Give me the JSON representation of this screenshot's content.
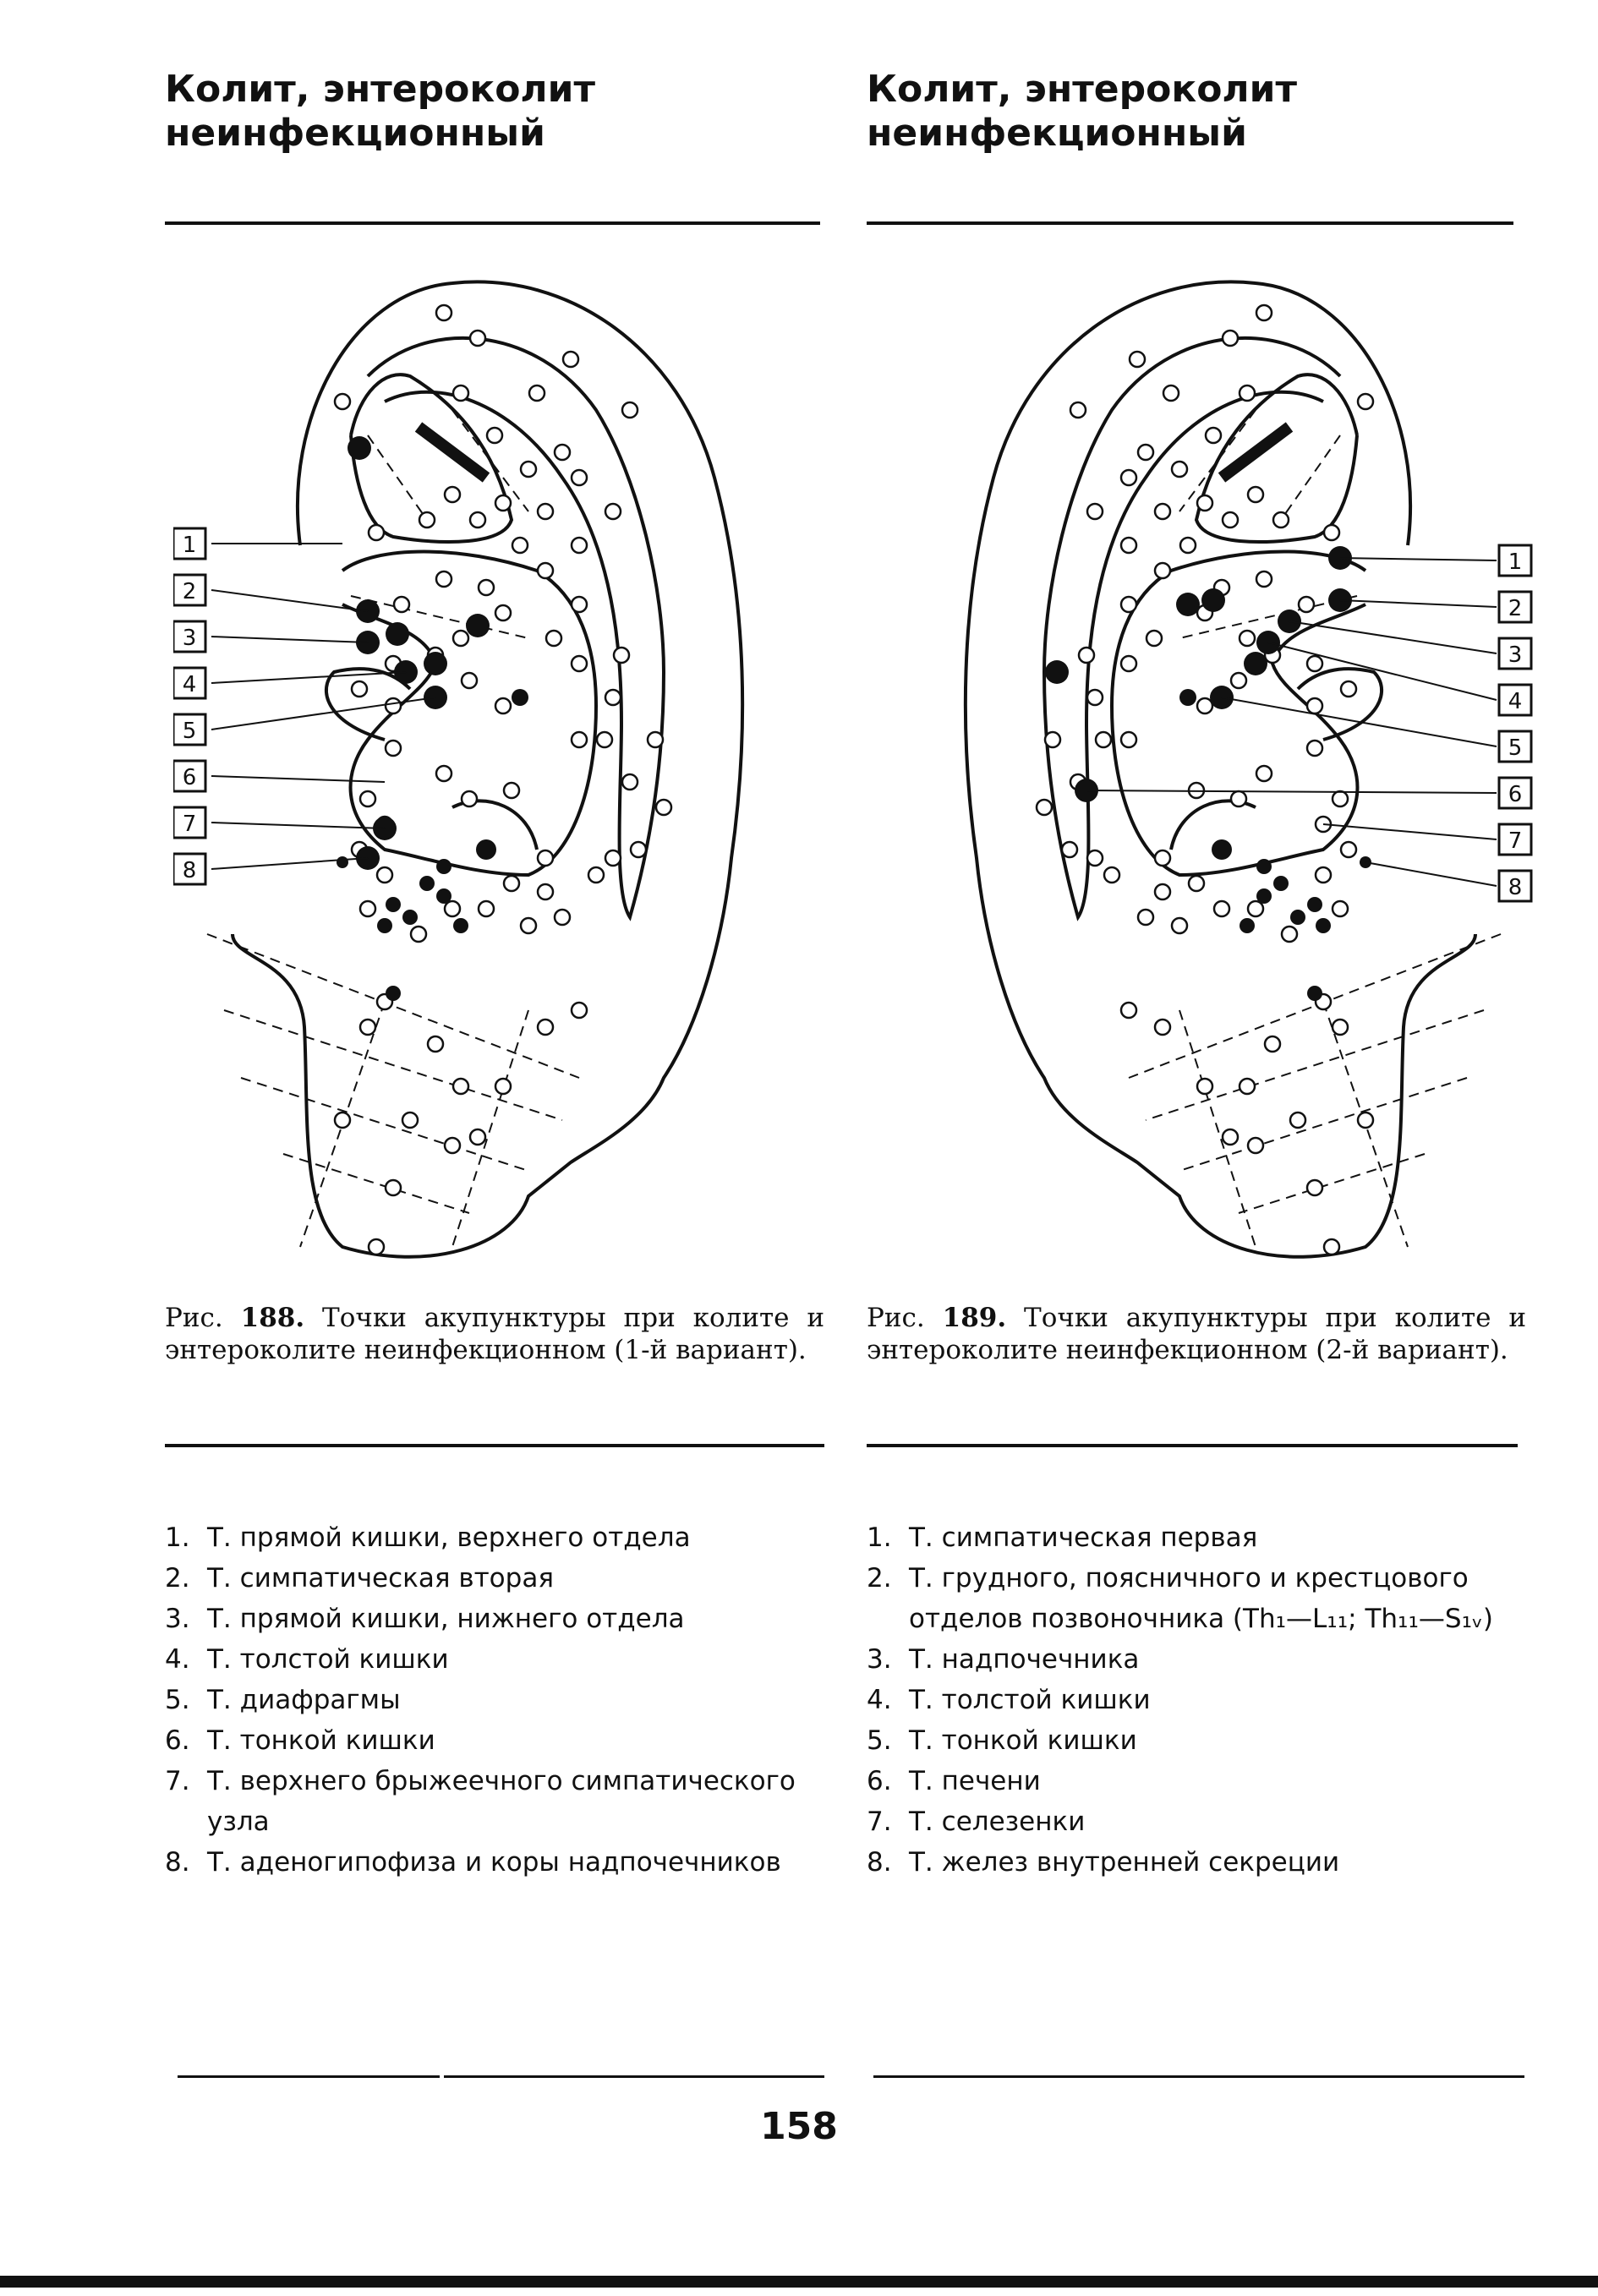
{
  "left": {
    "heading": [
      "Колит, энтероколит",
      "неинфекционный"
    ],
    "caption_prefix": "Рис.",
    "caption_number": "188.",
    "caption_text": "Точки акупунктуры при колите и энтероколите неинфекционном (1-й вариант).",
    "legend": [
      {
        "num": "1.",
        "text": "Т. прямой кишки, верхнего отдела"
      },
      {
        "num": "2.",
        "text": "Т. симпатическая вторая"
      },
      {
        "num": "3.",
        "text": "Т. прямой кишки, нижнего отдела"
      },
      {
        "num": "4.",
        "text": "Т. толстой кишки"
      },
      {
        "num": "5.",
        "text": "Т. диафрагмы"
      },
      {
        "num": "6.",
        "text": "Т. тонкой кишки"
      },
      {
        "num": "7.",
        "text": "Т. верхнего брыжеечного симпатического узла"
      },
      {
        "num": "8.",
        "text": "Т. аденогипофиза и коры надпочечников"
      }
    ],
    "markers": [
      "1",
      "2",
      "3",
      "4",
      "5",
      "6",
      "7",
      "8"
    ]
  },
  "right": {
    "heading": [
      "Колит, энтероколит",
      "неинфекционный"
    ],
    "caption_prefix": "Рис.",
    "caption_number": "189.",
    "caption_text": "Точки акупунктуры при колите и энтероколите неинфекционном (2-й вариант).",
    "legend": [
      {
        "num": "1.",
        "text": "Т. симпатическая первая"
      },
      {
        "num": "2.",
        "text": "Т. грудного, поясничного и крестцового отделов позвоночника (Th₁—L₁₁; Th₁₁—S₁ᵥ)"
      },
      {
        "num": "3.",
        "text": "Т. надпочечника"
      },
      {
        "num": "4.",
        "text": "Т. толстой кишки"
      },
      {
        "num": "5.",
        "text": "Т. тонкой кишки"
      },
      {
        "num": "6.",
        "text": "Т. печени"
      },
      {
        "num": "7.",
        "text": "Т. селезенки"
      },
      {
        "num": "8.",
        "text": "Т. желез внутренней секреции"
      }
    ],
    "markers": [
      "1",
      "2",
      "3",
      "4",
      "5",
      "6",
      "7",
      "8"
    ]
  },
  "page_number": "158"
}
